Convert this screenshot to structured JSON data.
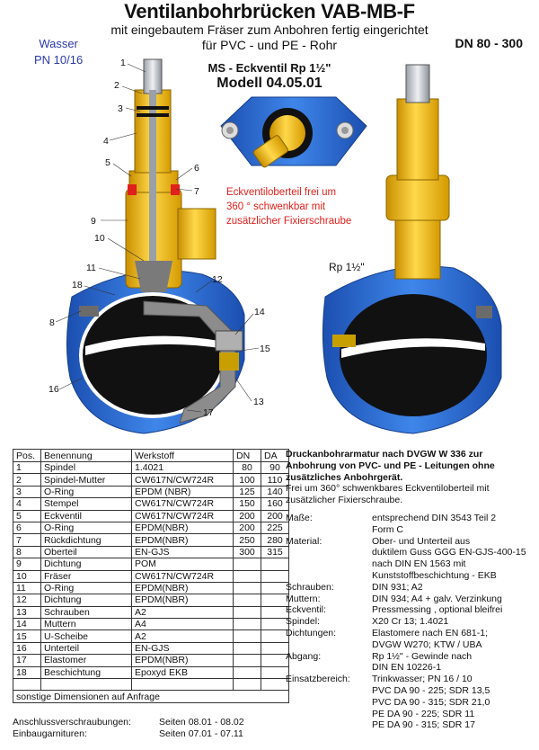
{
  "header": {
    "title": "Ventilanbohrbrücken VAB-MB-F",
    "subtitle1": "mit eingebautem Fräser zum Anbohren fertig eingerichtet",
    "subtitle2": "für PVC - und PE - Rohr",
    "medium": "Wasser",
    "pressure": "PN 10/16",
    "dn_range": "DN 80 - 300",
    "valve": "MS - Eckventil Rp 1½\"",
    "model": "Modell 04.05.01"
  },
  "callout": {
    "line1": "Eckventiloberteil frei um",
    "line2": "360 ° schwenkbar mit",
    "line3": "zusätzlicher Fixierschraube"
  },
  "thread_label": "Rp 1½\"",
  "part_numbers": [
    "1",
    "2",
    "3",
    "4",
    "5",
    "6",
    "7",
    "9",
    "10",
    "11",
    "18",
    "12",
    "8",
    "14",
    "15",
    "16",
    "17",
    "13"
  ],
  "colors": {
    "blue": "#2f6fd6",
    "yellow": "#f5c400",
    "black": "#111111",
    "red": "#e0201a",
    "gray": "#8c8c8c"
  },
  "table": {
    "headers": [
      "Pos.",
      "Benennung",
      "Werkstoff",
      "DN",
      "DA"
    ],
    "rows": [
      [
        "1",
        "Spindel",
        "1.4021",
        "80",
        "90"
      ],
      [
        "2",
        "Spindel-Mutter",
        "CW617N/CW724R",
        "100",
        "110"
      ],
      [
        "3",
        "O-Ring",
        "EPDM (NBR)",
        "125",
        "140"
      ],
      [
        "4",
        "Stempel",
        "CW617N/CW724R",
        "150",
        "160"
      ],
      [
        "5",
        "Eckventil",
        "CW617N/CW724R",
        "200",
        "200"
      ],
      [
        "6",
        "O-Ring",
        "EPDM(NBR)",
        "200",
        "225"
      ],
      [
        "7",
        "Rückdichtung",
        "EPDM(NBR)",
        "250",
        "280"
      ],
      [
        "8",
        "Oberteil",
        "EN-GJS",
        "300",
        "315"
      ],
      [
        "9",
        "Dichtung",
        "POM",
        "",
        ""
      ],
      [
        "10",
        "Fräser",
        "CW617N/CW724R",
        "",
        ""
      ],
      [
        "11",
        "O-Ring",
        "EPDM(NBR)",
        "",
        ""
      ],
      [
        "12",
        "Dichtung",
        "EPDM(NBR)",
        "",
        ""
      ],
      [
        "13",
        "Schrauben",
        "A2",
        "",
        ""
      ],
      [
        "14",
        "Muttern",
        "A4",
        "",
        ""
      ],
      [
        "15",
        "U-Scheibe",
        "A2",
        "",
        ""
      ],
      [
        "16",
        "Unterteil",
        "EN-GJS",
        "",
        ""
      ],
      [
        "17",
        "Elastomer",
        "EPDM(NBR)",
        "",
        ""
      ],
      [
        "18",
        "Beschichtung",
        "Epoxyd EKB",
        "",
        ""
      ]
    ],
    "footer": "sonstige Dimensionen auf Anfrage"
  },
  "references": [
    {
      "label": "Anschlussverschraubungen:",
      "value": "Seiten  08.01 - 08.02"
    },
    {
      "label": "Einbaugarnituren:",
      "value": "Seiten  07.01 - 07.11"
    }
  ],
  "description": {
    "heading": "Druckanbohrarmatur nach DVGW W 336  zur Anbohrung von PVC- und PE - Leitungen ohne zusätzliches Anbohrgerät.",
    "text": "Frei um 360° schwenkbares Eckventiloberteil mit zusätzlicher Fixierschraube."
  },
  "specs": [
    {
      "key": "Maße:",
      "values": [
        "entsprechend DIN 3543 Teil 2",
        "Form C"
      ]
    },
    {
      "key": "Material:",
      "values": [
        "Ober- und Unterteil aus",
        "duktilem Guss GGG  EN-GJS-400-15",
        "nach DIN EN 1563 mit",
        "Kunststoffbeschichtung - EKB"
      ]
    },
    {
      "key": "Schrauben:",
      "values": [
        "DIN 931; A2"
      ]
    },
    {
      "key": "Muttern:",
      "values": [
        "DIN 934; A4 + galv. Verzinkung"
      ]
    },
    {
      "key": "Eckventil:",
      "values": [
        "Pressmessing , optional bleifrei"
      ]
    },
    {
      "key": "Spindel:",
      "values": [
        "X20 Cr 13; 1.4021"
      ]
    },
    {
      "key": "Dichtungen:",
      "values": [
        "Elastomere nach EN 681-1;",
        "DVGW W270;  KTW / UBA"
      ]
    },
    {
      "key": "Abgang:",
      "values": [
        "Rp 1½\" - Gewinde nach",
        "DIN EN 10226-1"
      ]
    },
    {
      "key": "Einsatzbereich:",
      "values": [
        "Trinkwasser;  PN 16 / 10",
        "PVC  DA 90 - 225;  SDR 13,5",
        "PVC  DA 90 - 315;  SDR 21,0",
        "PE    DA 90 - 225;  SDR 11",
        "PE    DA 90 - 315;  SDR 17"
      ]
    }
  ]
}
